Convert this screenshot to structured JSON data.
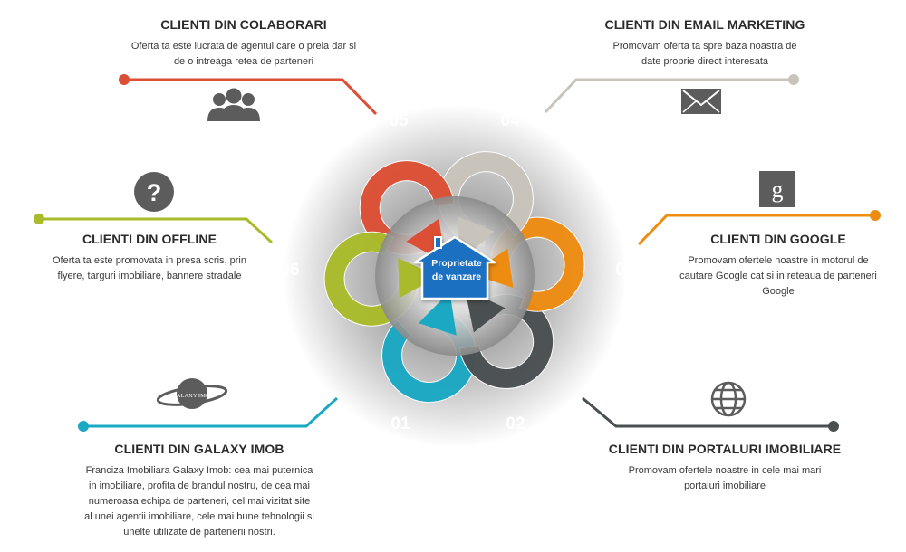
{
  "center": {
    "line1": "Proprietate",
    "line2": "de vanzare"
  },
  "segments": [
    {
      "id": "01",
      "number": "01",
      "title": "CLIENTI DIN GALAXY IMOB",
      "text": "Franciza Imobiliara Galaxy Imob: cea mai puternica in imobiliare, profita de brandul nostru, de cea mai numeroasa echipa de parteneri, cel mai vizitat site al unei agentii imobiliare, cele mai bune tehnologii si unelte utilizate de partenerii nostri.",
      "icon": "galaxy-imob-logo-icon",
      "logo_text": "GALAXY IMOB",
      "color": "#1ba8c3"
    },
    {
      "id": "02",
      "number": "02",
      "title": "CLIENTI DIN PORTALURI IMOBILIARE",
      "text": "Promovam ofertele noastre in cele mai mari portaluri imobiliare",
      "icon": "globe-icon",
      "color": "#4a4f51"
    },
    {
      "id": "03",
      "number": "03",
      "title": "CLIENTI DIN GOOGLE",
      "text": "Promovam ofertele noastre in motorul de cautare Google cat si in reteaua de parteneri Google",
      "icon": "google-icon",
      "icon_letter": "g",
      "color": "#ee8c12"
    },
    {
      "id": "04",
      "number": "04",
      "title": "CLIENTI DIN EMAIL MARKETING",
      "text": "Promovam oferta ta spre baza noastra de date proprie direct interesata",
      "icon": "envelope-icon",
      "color": "#c9c4bb"
    },
    {
      "id": "05",
      "number": "05",
      "title": "CLIENTI DIN COLABORARI",
      "text": "Oferta ta este lucrata de agentul care o preia dar si de o intreaga retea de parteneri",
      "icon": "people-group-icon",
      "color": "#dc4f35"
    },
    {
      "id": "06",
      "number": "06",
      "title": "CLIENTI DIN OFFLINE",
      "text": "Oferta ta este promovata in presa scris, prin flyere, targuri imobiliare, bannere stradale",
      "icon": "question-icon",
      "icon_char": "?",
      "color": "#a9bb2a"
    }
  ],
  "colors": {
    "hub": "#1f6fc1",
    "hub_border": "#ffffff",
    "heading": "#2b2b2b",
    "text": "#3a3a3a",
    "icon": "#5c5c5c"
  }
}
